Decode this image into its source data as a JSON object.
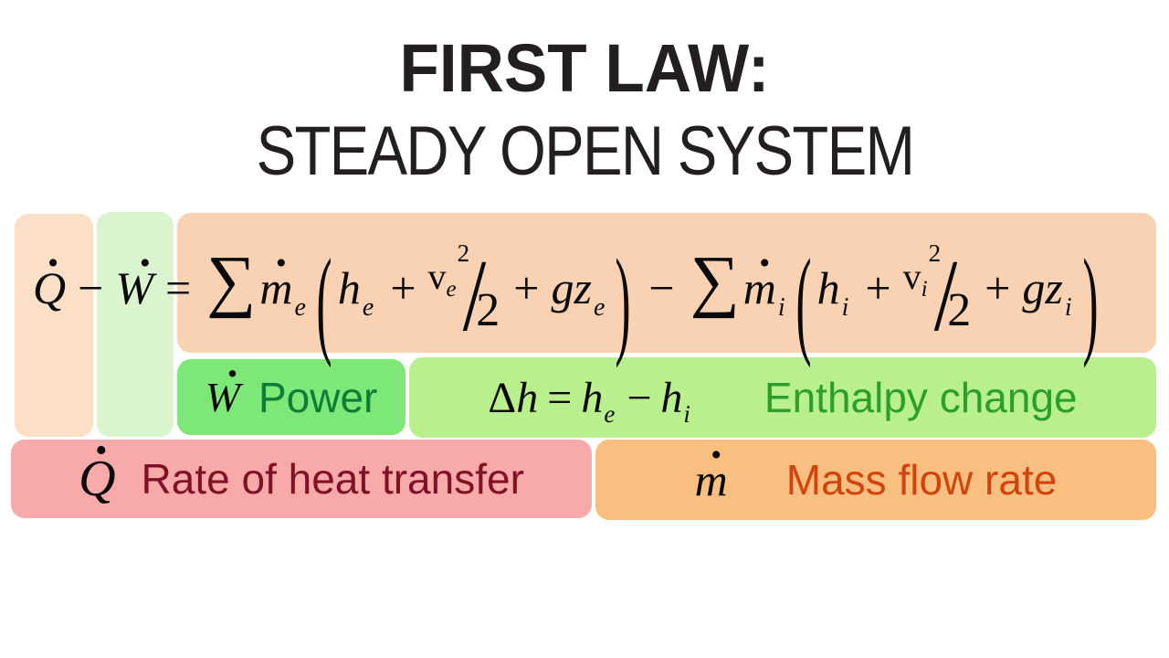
{
  "title": {
    "line1": "FIRST LAW:",
    "line2": "STEADY OPEN SYSTEM"
  },
  "equation": {
    "Q": "Q",
    "W": "W",
    "m": "m",
    "h": "h",
    "v": "v",
    "g": "g",
    "z": "z",
    "two": "2",
    "dot": "·",
    "minus": "−",
    "plus": "+",
    "equals": "=",
    "sum": "∑",
    "lparen": "(",
    "rparen": ")",
    "slash": "/",
    "sub_e": "e",
    "sub_i": "i",
    "delta": "Δ"
  },
  "legend": {
    "power": {
      "symbol": "W",
      "label": "Power"
    },
    "enthalpy": {
      "label": "Enthalpy change"
    },
    "heat": {
      "symbol": "Q",
      "label": "Rate of heat transfer"
    },
    "mass": {
      "symbol": "m",
      "label": "Mass flow rate"
    }
  },
  "colors": {
    "background": "#ffffff",
    "title_text": "#231f20",
    "strip_peach": "#fcdfc7",
    "strip_pale_green": "#daf4d0",
    "equation_peach": "#f8d2b2",
    "power_green": "#7de878",
    "enthalpy_green": "#b9ef8c",
    "heat_pink": "#f8a9a9",
    "mass_orange": "#f8bf80",
    "power_label": "#0f7d36",
    "enthalpy_label": "#2aa02a",
    "heat_label": "#811127",
    "mass_label": "#d2440e"
  }
}
